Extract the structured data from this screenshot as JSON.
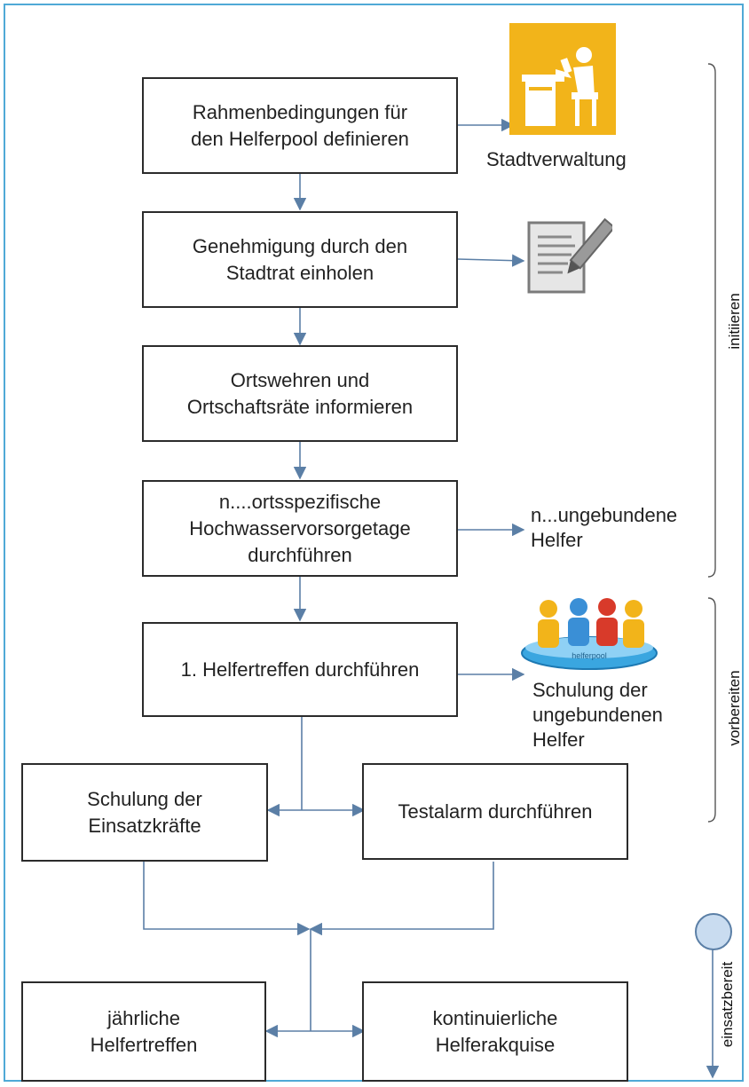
{
  "steps": {
    "rahmen": "Rahmenbedingungen für\nden Helferpool definieren",
    "genehmigung": "Genehmigung durch den\nStadtrat einholen",
    "ortswehren": "Ortswehren und\nOrtschaftsräte informieren",
    "vorsorgetage": "n....ortsspezifische\nHochwasservorsorgetage\ndurchführen",
    "helfertreffen1": "1. Helfertreffen durchführen",
    "schulung_einsatz": "Schulung der\nEinsatzkräfte",
    "testalarm": "Testalarm durchführen",
    "jaehrlich": "jährliche\nHelfertreffen",
    "akquise": "kontinuierliche\nHelferakquise"
  },
  "outputs": {
    "stadtverwaltung": "Stadtverwaltung",
    "ungebundene_helfer": "n...ungebundene\nHelfer",
    "schulung_ungebunden": "Schulung der\nungebundenen\nHelfer"
  },
  "phases": {
    "initiieren": "initiieren",
    "vorbereiten": "vorbereiten",
    "einsatzbereit": "einsatzbereit"
  },
  "icons": {
    "office": "office-worker-icon",
    "document": "document-pen-icon",
    "pool": "helferpool-group-icon",
    "pool_text": "helferpool"
  },
  "colors": {
    "frame": "#4fa9d6",
    "arrow": "#5b7fa6",
    "office": "#f2b41a",
    "event": "#c9dcf0"
  }
}
